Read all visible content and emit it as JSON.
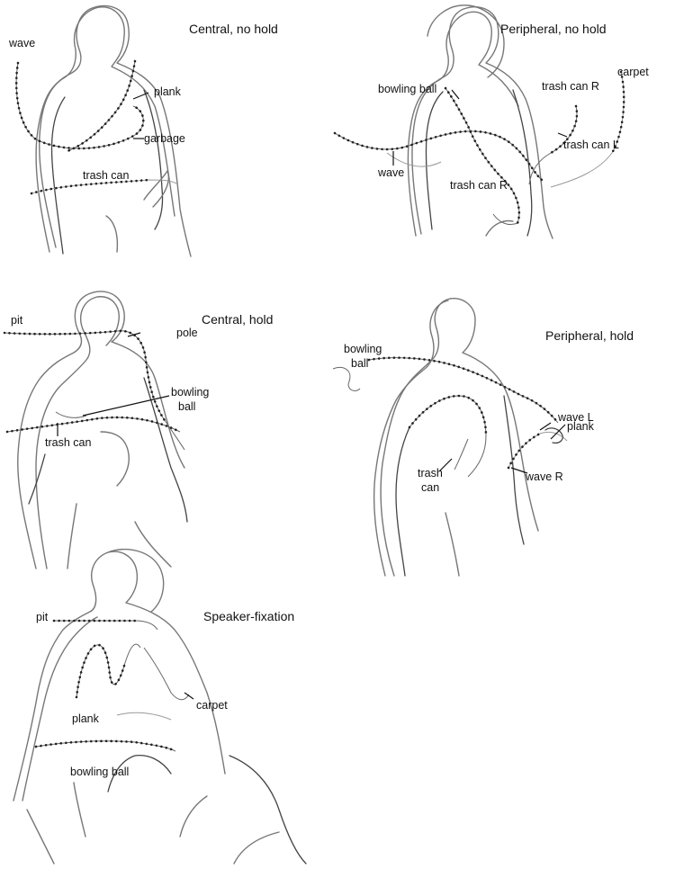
{
  "panels": [
    {
      "id": "central-no-hold",
      "title": "Central, no hold",
      "labels": [
        "wave",
        "plank",
        "garbage",
        "trash can"
      ]
    },
    {
      "id": "peripheral-no-hold",
      "title": "Peripheral, no hold",
      "labels": [
        "bowling ball",
        "trash can R",
        "carpet",
        "trash can L",
        "wave",
        "trash can R"
      ]
    },
    {
      "id": "central-hold",
      "title": "Central, hold",
      "labels": [
        "pit",
        "pole",
        "bowling ball",
        "trash can"
      ]
    },
    {
      "id": "peripheral-hold",
      "title": "Peripheral, hold",
      "labels": [
        "bowling ball",
        "wave L",
        "plank",
        "trash can",
        "wave R"
      ]
    },
    {
      "id": "speaker-fixation",
      "title": "Speaker-fixation",
      "labels": [
        "pit",
        "carpet",
        "plank",
        "bowling ball"
      ]
    }
  ]
}
